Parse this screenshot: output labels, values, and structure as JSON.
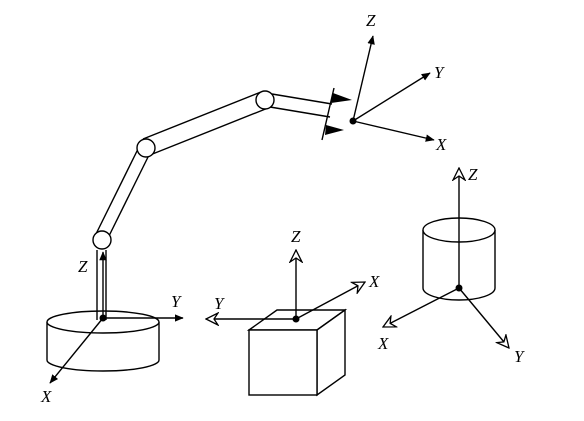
{
  "figure": {
    "frames": {
      "tool": {
        "x": "X",
        "y": "Y",
        "z": "Z"
      },
      "base": {
        "x": "X",
        "y": "Y",
        "z": "Z"
      },
      "station": {
        "x": "X",
        "y": "Y",
        "z": "Z"
      },
      "goal": {
        "x": "X",
        "y": "Y",
        "z": "Z"
      }
    }
  }
}
